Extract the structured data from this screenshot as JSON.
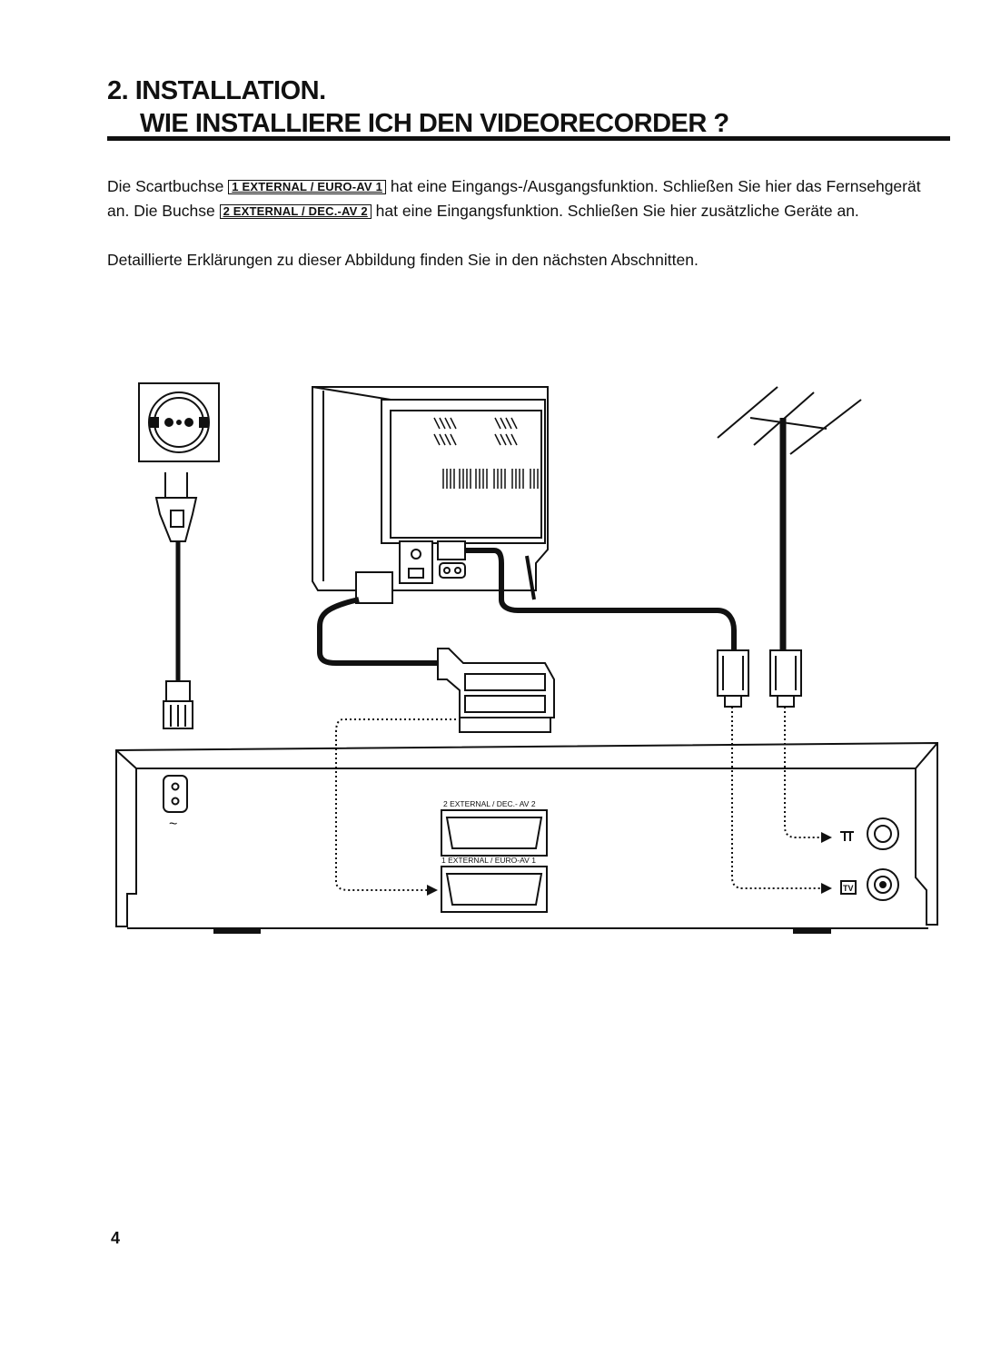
{
  "heading": {
    "line1": "2. INSTALLATION.",
    "line2": "WIE INSTALLIERE ICH DEN VIDEORECORDER ?"
  },
  "body": {
    "p1_a": "Die Scartbuchse",
    "p1_tag1": "1 EXTERNAL / EURO-AV 1",
    "p1_b": "hat eine Eingangs-/Ausgangsfunktion. Schließen Sie hier das Fernsehgerät an. Die Buchse",
    "p1_tag2": "2 EXTERNAL / DEC.-AV 2",
    "p1_c": "hat eine Eingangsfunktion. Schließen Sie hier zusätzliche Geräte an.",
    "p2": "Detaillierte Erklärungen zu dieser Abbildung finden Sie in den nächsten Abschnitten."
  },
  "diagram": {
    "scart_label_2": "2 EXTERNAL / DEC.- AV 2",
    "scart_label_1": "1 EXTERNAL / EURO-AV 1",
    "mains_symbol": "~",
    "tv_symbol": "TV",
    "antenna_symbol": "╖╓",
    "icons": [
      "wall-socket-icon",
      "mains-plug-icon",
      "television-rear-icon",
      "antenna-icon",
      "scart-plug-icon",
      "coax-plug-icon",
      "vcr-rear-panel-icon"
    ]
  },
  "page_number": "4"
}
